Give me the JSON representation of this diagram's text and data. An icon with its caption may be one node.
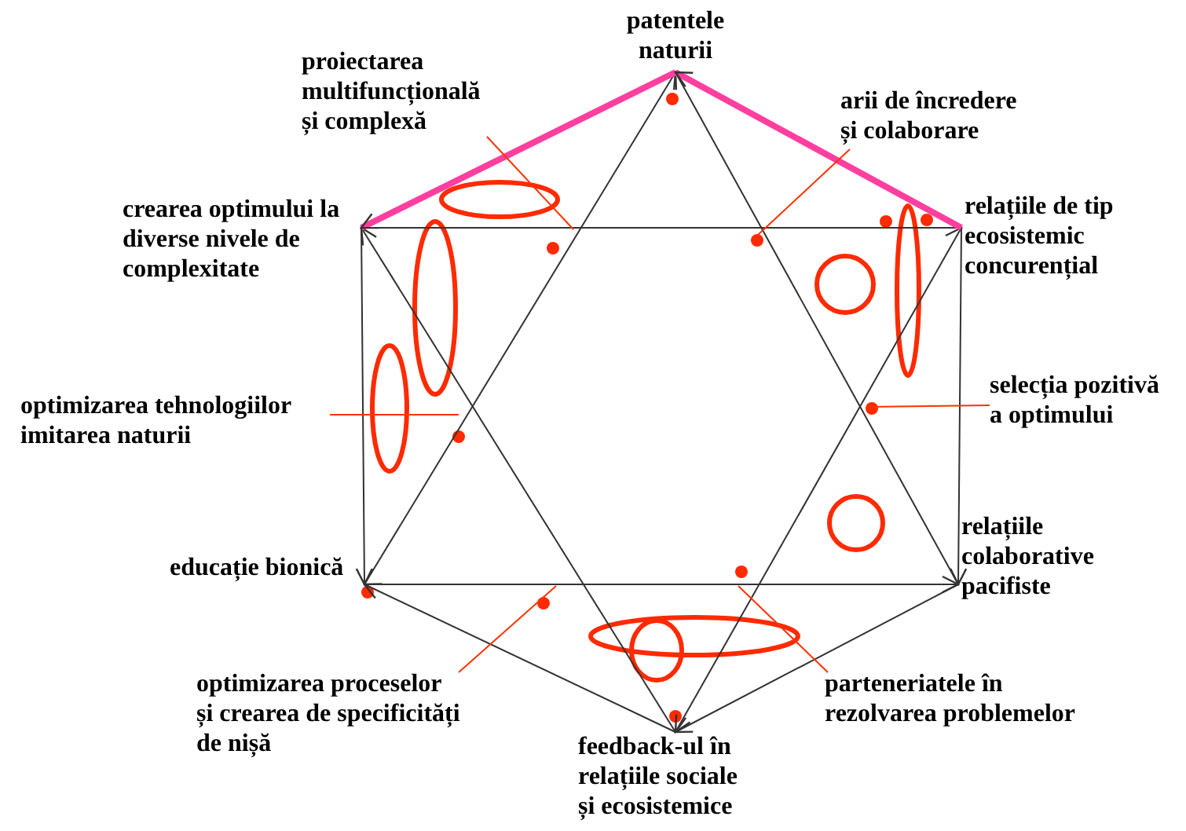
{
  "diagram": {
    "nodes": [
      {
        "text": [
          "patentele naturii"
        ]
      },
      {
        "text": [
          "proiectarea multifuncțională și complexă"
        ]
      },
      {
        "text": [
          "arii de încredere și colaborare"
        ]
      },
      {
        "text": [
          "crearea optimului la diverse nivele de complexitate"
        ]
      },
      {
        "text": [
          "relațiile de tip ecosistemic concurențial"
        ]
      },
      {
        "text": [
          "selecția pozitivă a optimului"
        ]
      },
      {
        "text": [
          "optimizarea tehnologiilor imitarea naturii"
        ]
      },
      {
        "text": [
          "relațiile colaborative pacifiste"
        ]
      },
      {
        "text": [
          "educație bionică"
        ]
      },
      {
        "text": [
          "optimizarea proceselor și crearea de specificități de nișă"
        ]
      },
      {
        "text": [
          "parteneriatele în rezolvarea problemelor"
        ]
      },
      {
        "text": [
          "feedback-ul în relațiile sociale și ecosistemice"
        ]
      }
    ],
    "edges": [
      {
        "from": 3,
        "to": 4,
        "arrow": "to"
      },
      {
        "from": 3,
        "to": 8,
        "arrow": "to"
      },
      {
        "from": 4,
        "to": 7,
        "arrow": "to"
      },
      {
        "from": 8,
        "to": 7,
        "arrow": "to"
      },
      {
        "from": 8,
        "to": 0,
        "arrow": "to"
      },
      {
        "from": 7,
        "to": 0,
        "arrow": "to"
      },
      {
        "from": 11,
        "to": 3,
        "arrow": "to"
      },
      {
        "from": 4,
        "to": 11,
        "arrow": "to"
      },
      {
        "from": 0,
        "to": 3,
        "arrow": "to",
        "style": "thick",
        "color": "#ff3fa0"
      },
      {
        "from": 4,
        "to": 0,
        "arrow": "to",
        "style": "thick",
        "color": "#ff3fa0"
      },
      {
        "from": 11,
        "to": 8,
        "arrow": "to"
      },
      {
        "from": 7,
        "to": 11,
        "arrow": "to"
      },
      {
        "from": 1,
        "to": null,
        "arrow": "none",
        "color": "#ff3300"
      },
      {
        "from": 2,
        "to": null,
        "arrow": "none",
        "color": "#ff3300"
      },
      {
        "from": 5,
        "to": null,
        "arrow": "none",
        "color": "#ff3300"
      },
      {
        "from": 6,
        "to": null,
        "arrow": "none",
        "color": "#ff3300"
      },
      {
        "from": 9,
        "to": null,
        "arrow": "none",
        "color": "#ff3300"
      },
      {
        "from": 10,
        "to": null,
        "arrow": "none",
        "color": "#ff3300"
      }
    ]
  }
}
